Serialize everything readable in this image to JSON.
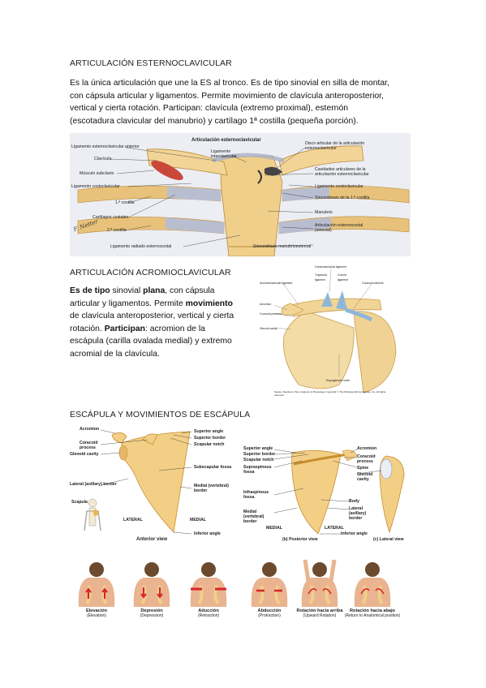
{
  "section1": {
    "heading": "ARTICULACIÓN ESTERNOCLAVICULAR",
    "lines": [
      "Es la única articulación que une la ES al tronco.  Es de tipo sinovial en silla de montar,",
      "con cápsula articular y ligamentos.  Permite movimiento de clavícula anteroposterior,",
      "vertical y cierta rotación.  Participan: clavícula (extremo proximal), esternón",
      "(escotadura clavicular del manubrio) y cartílago 1ª costilla (pequeña porción)."
    ],
    "figure": {
      "title": "Articulación esternoclavicular",
      "left_labels": [
        "Ligamento esternoclavicular anterior",
        "Clavícula",
        "Músculo subclavio",
        "Ligamento costoclavicular",
        "1.ª costilla",
        "Cartílagos costales",
        "2.ª costilla",
        "Ligamento radiado esternocostal"
      ],
      "mid_labels": [
        "Ligamento interclavicular"
      ],
      "right_labels": [
        "Disco articular de la articulación esternoclavicular",
        "Cavidades articulares de la articulación esternoclavicular",
        "Ligamento costoclavicular",
        "Sincondrosis de la 1.ª costilla",
        "Manubrio",
        "Articulación esternocostal (sinovial)",
        "Sincondrosis manubrioesternal"
      ],
      "signature": "F. Netter"
    }
  },
  "section2": {
    "heading": "ARTICULACIÓN ACROMIOCLAVICULAR",
    "line1_bold": "Es de tipo",
    "line1_normal": " sinovial ",
    "line1_bold2": "plana",
    "line1_end": ", con cápsula",
    "line2": "articular y ligamentos. Permite ",
    "line2_bold": "movimiento",
    "line3": "de clavícula anteroposterior, vertical y cierta",
    "line4_start": "rotación. ",
    "line4_bold": "Participan",
    "line4_end": ": acromion de la",
    "line5": "escápula (carilla ovalada medial) y extremo",
    "line6": "acromial de la clavícula.",
    "figure": {
      "labels": [
        "Coracoclavicular ligament",
        "Trapezoid ligament",
        "Conoid ligament",
        "Acromioclavicular ligament",
        "Acromion",
        "Coracoid process",
        "Glenoid cavity",
        "Coracoid tubercle",
        "Supraglenoid notch"
      ],
      "credit": "Seeley, Stephens, Tate: Anatomy & Physiology. Copyright © The McGraw-Hill Companies, Inc. All rights reserved."
    }
  },
  "section3": {
    "heading": "ESCÁPULA Y MOVIMIENTOS DE ESCÁPULA",
    "anterior": {
      "labels_left": [
        "Acromion",
        "Coracoid process",
        "Glenoid cavity",
        "Lateral (axillary) border",
        "Scapula"
      ],
      "labels_right": [
        "Superior angle",
        "Superior border",
        "Scapular notch",
        "Subscapular fossa",
        "Medial (vertebral) border",
        "Inferior angle"
      ],
      "lateral": "LATERAL",
      "medial": "MEDIAL",
      "caption": "Anterior view"
    },
    "posterior": {
      "labels_left": [
        "Superior angle",
        "Superior border",
        "Scapular notch",
        "Supraspinous fossa",
        "Infraspinous fossa",
        "Medial (vertebral) border"
      ],
      "labels_right": [
        "Acromion",
        "Coracoid process",
        "Spine",
        "Glenoid cavity",
        "Body",
        "Lateral (axillary) border"
      ],
      "medial": "MEDIAL",
      "lateral": "LATERAL",
      "inferior": "Inferior angle",
      "caption_b": "(b) Posterior view",
      "caption_c": "(c) Lateral view"
    },
    "movements": [
      {
        "name": "Elevación",
        "sub": "(Elevation)"
      },
      {
        "name": "Depresión",
        "sub": "(Depression)"
      },
      {
        "name": "Aducción",
        "sub": "(Retraction)"
      },
      {
        "name": "Abducción",
        "sub": "(Protraction)"
      },
      {
        "name": "Rotación hacia arriba",
        "sub": "(Upward Rotation)"
      },
      {
        "name": "Rotación hacia abajo",
        "sub": "(Return to Anatomical position)"
      }
    ]
  },
  "colors": {
    "bone": "#f0cf8a",
    "bone_dark": "#d9a955",
    "cartilage": "#b9bdd0",
    "skin": "#e9b48f",
    "hair": "#6b4a2e",
    "arrow": "#d8242a",
    "figure_bg": "#eef0f4"
  }
}
